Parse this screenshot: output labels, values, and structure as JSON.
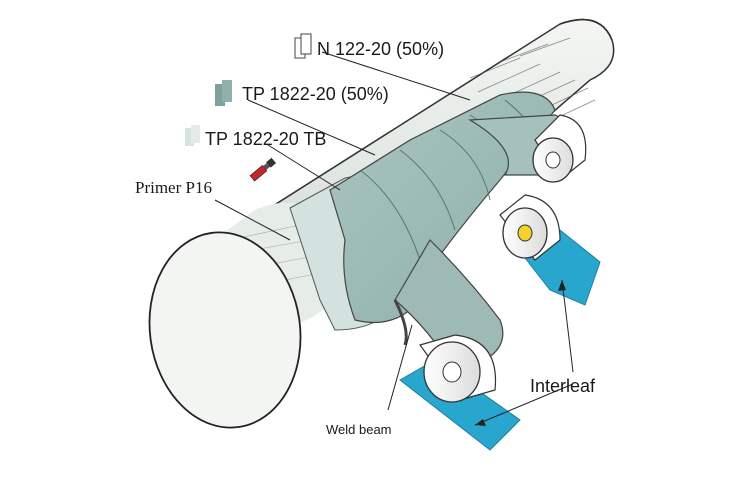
{
  "labels": {
    "n122": "N 122-20 (50%)",
    "tp1822": "TP 1822-20 (50%)",
    "tp1822tb": "TP 1822-20 TB",
    "primer": "Primer P16",
    "interleaf": "Interleaf",
    "weld_beam": "Weld beam"
  },
  "colors": {
    "tape_tp": "#9fbcb9",
    "tape_tp_dark": "#7fa19e",
    "tape_tb": "#d6e4e1",
    "interleaf": "#2aa7cf",
    "interleaf_dark": "#1d8fb4",
    "pipe": "#e9eeea",
    "primer_brush": "#c2272d",
    "spool_core": "#f2d22b"
  },
  "icons": [
    "paintbrush-icon"
  ]
}
